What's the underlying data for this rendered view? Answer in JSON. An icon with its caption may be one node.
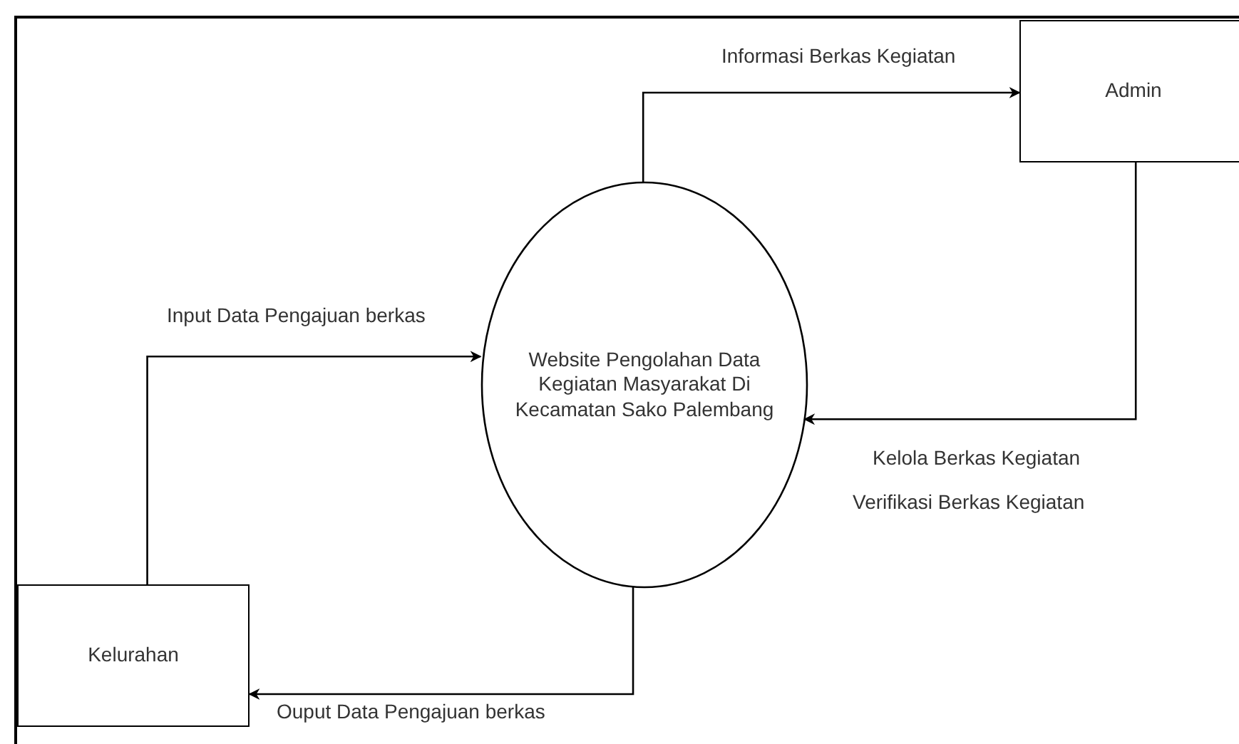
{
  "diagram": {
    "nodes": [
      {
        "text": [
          "Admin"
        ]
      },
      {
        "text": [
          "Website Pengolahan Data Kegiatan Masyarakat Di Kecamatan Sako Palembang"
        ]
      },
      {
        "text": [
          "Kelurahan"
        ]
      }
    ],
    "edges": [
      {
        "from": 2,
        "to": 1,
        "arrow": "to",
        "label": "Input Data Pengajuan berkas"
      },
      {
        "from": 1,
        "to": 0,
        "arrow": "to",
        "label": "Informasi Berkas Kegiatan"
      },
      {
        "from": 0,
        "to": 1,
        "arrow": "to",
        "label": "Kelola Berkas Kegiatan"
      },
      {
        "from": 1,
        "to": 2,
        "arrow": "to",
        "label": "Ouput Data Pengajuan berkas"
      }
    ],
    "labels": [
      "Verifikasi Berkas Kegiatan"
    ]
  }
}
